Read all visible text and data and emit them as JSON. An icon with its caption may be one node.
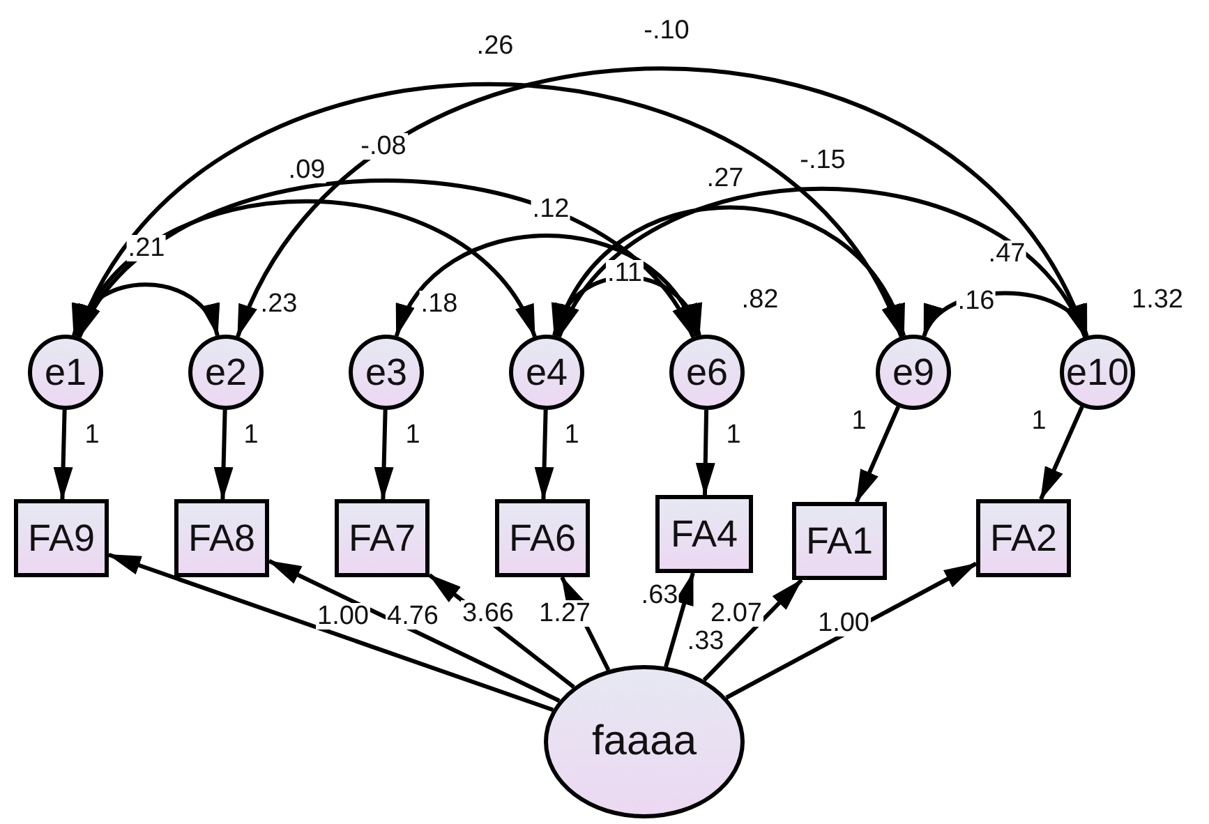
{
  "diagram": {
    "nodes": [
      {
        "text": [
          "e1"
        ]
      },
      {
        "text": [
          "e2"
        ]
      },
      {
        "text": [
          "e3"
        ]
      },
      {
        "text": [
          "e4"
        ]
      },
      {
        "text": [
          "e6"
        ]
      },
      {
        "text": [
          "e9"
        ]
      },
      {
        "text": [
          "e10"
        ]
      },
      {
        "text": [
          "FA9"
        ]
      },
      {
        "text": [
          "FA8"
        ]
      },
      {
        "text": [
          "FA7"
        ]
      },
      {
        "text": [
          "FA6"
        ]
      },
      {
        "text": [
          "FA4"
        ]
      },
      {
        "text": [
          "FA1"
        ]
      },
      {
        "text": [
          "FA2"
        ]
      },
      {
        "text": [
          "faaaa"
        ]
      }
    ],
    "edges": [
      {
        "from": 0,
        "to": 7,
        "arrow": "to"
      },
      {
        "from": 1,
        "to": 8,
        "arrow": "to"
      },
      {
        "from": 2,
        "to": 9,
        "arrow": "to"
      },
      {
        "from": 3,
        "to": 10,
        "arrow": "to"
      },
      {
        "from": 4,
        "to": 11,
        "arrow": "to"
      },
      {
        "from": 5,
        "to": 12,
        "arrow": "to"
      },
      {
        "from": 6,
        "to": 13,
        "arrow": "to"
      },
      {
        "from": 14,
        "to": 7,
        "arrow": "to"
      },
      {
        "from": 14,
        "to": 8,
        "arrow": "to"
      },
      {
        "from": 14,
        "to": 9,
        "arrow": "to"
      },
      {
        "from": 14,
        "to": 10,
        "arrow": "to"
      },
      {
        "from": 14,
        "to": 11,
        "arrow": "to"
      },
      {
        "from": 14,
        "to": 12,
        "arrow": "to"
      },
      {
        "from": 14,
        "to": 13,
        "arrow": "to"
      },
      {
        "from": 0,
        "to": 1,
        "arrow": "both"
      },
      {
        "from": 0,
        "to": 3,
        "arrow": "both"
      },
      {
        "from": 0,
        "to": 4,
        "arrow": "both"
      },
      {
        "from": 0,
        "to": 5,
        "arrow": "both"
      },
      {
        "from": 1,
        "to": 6,
        "arrow": "both"
      },
      {
        "from": 2,
        "to": 4,
        "arrow": "both"
      },
      {
        "from": 3,
        "to": 4,
        "arrow": "both"
      },
      {
        "from": 3,
        "to": 5,
        "arrow": "both"
      },
      {
        "from": 3,
        "to": 6,
        "arrow": "both"
      },
      {
        "from": 5,
        "to": 6,
        "arrow": "both"
      }
    ],
    "labels": [
      "-.10",
      ".26",
      "-.08",
      "-.15",
      ".09",
      ".27",
      ".12",
      ".21",
      ".47",
      ".11",
      ".23",
      ".18",
      ".82",
      ".16",
      "1.32",
      "1",
      "1",
      "1",
      "1",
      "1",
      "1",
      "1",
      "1.00",
      "4.76",
      "3.66",
      "1.27",
      ".63",
      ".33",
      "2.07",
      "1.00"
    ]
  }
}
